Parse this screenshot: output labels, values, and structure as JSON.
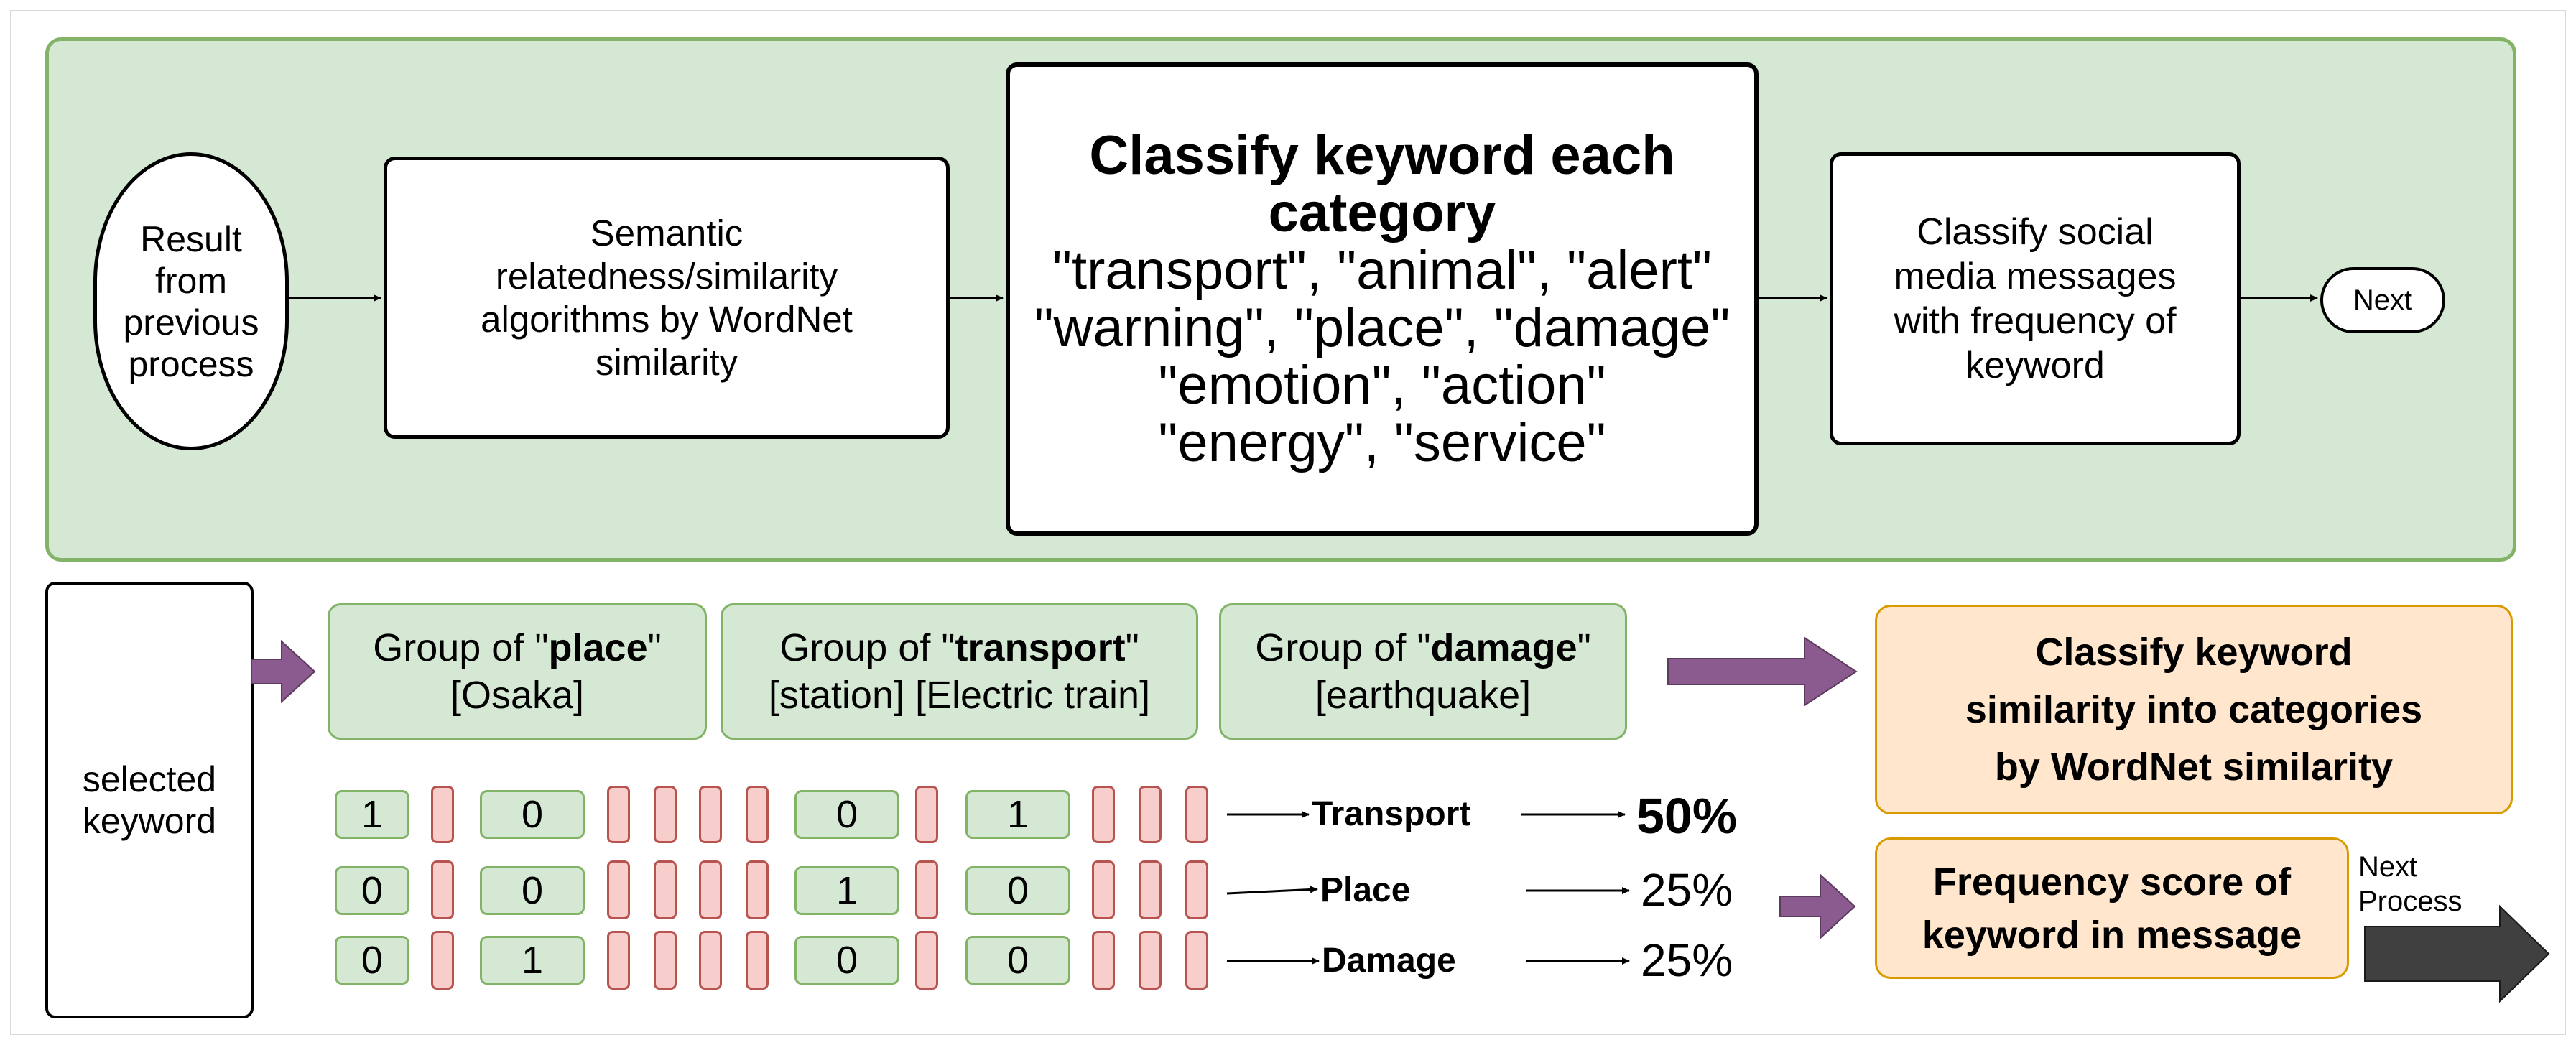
{
  "top_flow": {
    "start": "Result\nfrom\nprevious\nprocess",
    "semantic": "Semantic\nrelatedness/similarity\nalgorithms by WordNet\nsimilarity",
    "classify_title": "Classify keyword each\ncategory",
    "classify_categories": "\"transport\", \"animal\", \"alert\"\n\"warning\", \"place\", \"damage\"\n\"emotion\", \"action\"\n\"energy\", \"service\"",
    "classify_social": "Classify social\nmedia messages\nwith frequency of\nkeyword",
    "next": "Next"
  },
  "selected_keyword": "selected\nkeyword",
  "groups": [
    {
      "prefix": "Group of \"",
      "name": "place",
      "suffix": "\"",
      "items": "[Osaka]"
    },
    {
      "prefix": "Group of \"",
      "name": "transport",
      "suffix": "\"",
      "items": "[station] [Electric train]"
    },
    {
      "prefix": "Group of \"",
      "name": "damage",
      "suffix": "\"",
      "items": "[earthquake]"
    }
  ],
  "rows": [
    {
      "values": [
        "1",
        "0",
        "0",
        "1"
      ],
      "label": "Transport",
      "percent": "50%"
    },
    {
      "values": [
        "0",
        "0",
        "1",
        "0"
      ],
      "label": "Place",
      "percent": "25%"
    },
    {
      "values": [
        "0",
        "1",
        "0",
        "0"
      ],
      "label": "Damage",
      "percent": "25%"
    }
  ],
  "classify_similarity": "Classify keyword\nsimilarity into categories\nby WordNet similarity",
  "frequency_score": "Frequency score of\nkeyword in message",
  "next_process": "Next\nProcess",
  "colors": {
    "panel_fill": "#d5e8d4",
    "panel_stroke": "#82b366",
    "orange_fill": "#ffe6cc",
    "orange_stroke": "#d79b00",
    "red_fill": "#f8cecc",
    "red_stroke": "#b85450",
    "purple_arrow": "#8b5a8e",
    "dark_arrow": "#404040"
  }
}
